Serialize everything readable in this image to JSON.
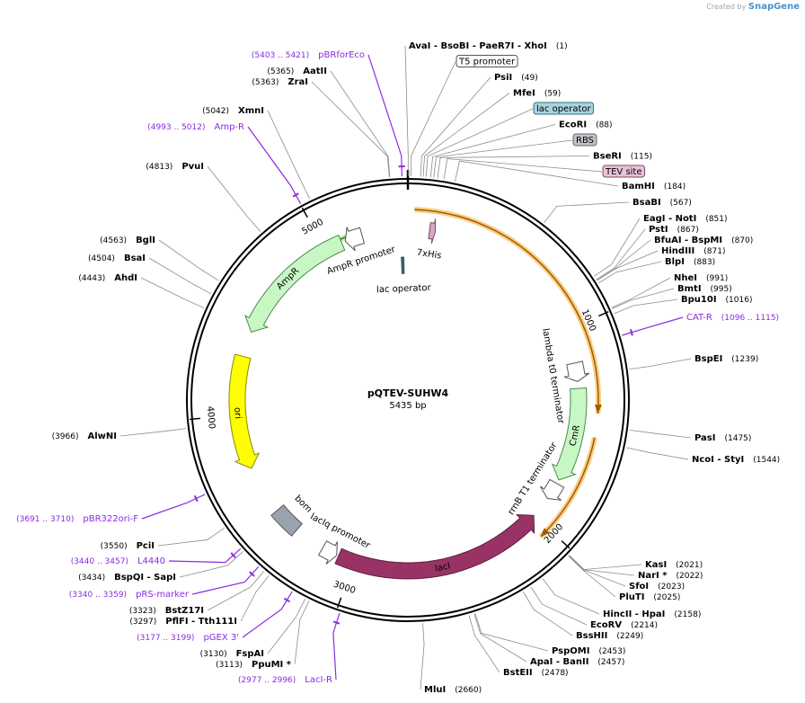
{
  "branding": {
    "created_by": "Created by",
    "product": "SnapGene"
  },
  "colors": {
    "primer": "#8a2be2",
    "site": "#000000"
  },
  "chart_data": {
    "type": "plasmid-map",
    "plasmid": {
      "name": "pQTEV-SUHW4",
      "size_label": "5435 bp",
      "length": 5435
    },
    "ticks": [
      {
        "pos": 1000,
        "label": "1000"
      },
      {
        "pos": 2000,
        "label": "2000"
      },
      {
        "pos": 3000,
        "label": "3000"
      },
      {
        "pos": 4000,
        "label": "4000"
      },
      {
        "pos": 5000,
        "label": "5000"
      }
    ],
    "features": [
      {
        "name": "lambda t0 terminator",
        "start": 1170,
        "end": 1265,
        "color": "#ffffff",
        "stroke": "#555555",
        "type": "arrow",
        "dir": 1,
        "track": 0
      },
      {
        "name": "CmR",
        "start": 1300,
        "end": 1780,
        "color": "#c8f7c5",
        "stroke": "#4a8a4a",
        "type": "arrow",
        "dir": 1,
        "track": 0
      },
      {
        "name": "rrnB T1 terminator",
        "start": 1800,
        "end": 1890,
        "color": "#ffffff",
        "stroke": "#555555",
        "type": "arrow",
        "dir": 1,
        "track": 0
      },
      {
        "name": "lacI",
        "start": 2000,
        "end": 3080,
        "color": "#993366",
        "stroke": "#5a1f3d",
        "type": "arrow",
        "dir": -1,
        "track": 0,
        "textColor": "#ffffff"
      },
      {
        "name": "lacIq promoter",
        "start": 3090,
        "end": 3170,
        "color": "#ffffff",
        "stroke": "#555555",
        "type": "arrow",
        "dir": -1,
        "track": 0
      },
      {
        "name": "bom",
        "start": 3330,
        "end": 3470,
        "color": "#9aa3ad",
        "stroke": "#555555",
        "type": "box",
        "track": 0
      },
      {
        "name": "ori",
        "start": 3720,
        "end": 4300,
        "color": "#ffff00",
        "stroke": "#8a8a00",
        "type": "arrow",
        "dir": -1,
        "track": 0
      },
      {
        "name": "AmpR",
        "start": 4430,
        "end": 5090,
        "color": "#c8f7c5",
        "stroke": "#4a8a4a",
        "type": "arrow",
        "dir": -1,
        "track": 0
      },
      {
        "name": "AmpR promoter",
        "start": 5110,
        "end": 5200,
        "color": "#ffffff",
        "stroke": "#555555",
        "type": "arrow",
        "dir": -1,
        "track": 0
      },
      {
        "name": "lac operator",
        "start": 5395,
        "end": 5410,
        "color": "#3d6d7a",
        "stroke": "#2a4d56",
        "type": "box",
        "track": 1
      },
      {
        "name": "7xHis",
        "start": 110,
        "end": 140,
        "color": "#d9a6c3",
        "stroke": "#7a4a66",
        "type": "arrow",
        "dir": 1,
        "track": 0
      }
    ],
    "feature_labels": [
      {
        "name": "AmpR promoter"
      },
      {
        "name": "7xHis"
      }
    ],
    "orfs": [
      {
        "start": 30,
        "end": 1420,
        "dir": 1,
        "color": "#f5a623",
        "inner": "#a05a00",
        "track": 2
      },
      {
        "start": 1530,
        "end": 2050,
        "dir": 1,
        "color": "#f5a623",
        "inner": "#a05a00",
        "track": 2
      },
      {
        "start": 2070,
        "end": 2600,
        "dir": -1,
        "color": "#8ae26e",
        "inner": "#2e7d32",
        "track": 2
      },
      {
        "start": 4510,
        "end": 5200,
        "dir": -1,
        "color": "#8ae26e",
        "inner": "#2e7d32",
        "track": 2
      }
    ],
    "sites": [
      {
        "name": "AvaI  - BsoBI  - PaeR7I  - XhoI",
        "pos_label": "(1)",
        "pos": 1,
        "side": "top",
        "box": null
      },
      {
        "name": "T5 promoter",
        "pos_label": "",
        "pos": 12,
        "side": "top",
        "box": {
          "fill": "#ffffff",
          "stroke": "#555555"
        }
      },
      {
        "name": "PsiI",
        "pos_label": "(49)",
        "pos": 49,
        "side": "top",
        "box": null
      },
      {
        "name": "MfeI",
        "pos_label": "(59)",
        "pos": 59,
        "side": "top",
        "box": null
      },
      {
        "name": "lac operator",
        "pos_label": "",
        "pos": 70,
        "side": "top",
        "box": {
          "fill": "#a7d5e0",
          "stroke": "#3d6d7a"
        }
      },
      {
        "name": "EcoRI",
        "pos_label": "(88)",
        "pos": 88,
        "side": "top",
        "box": null
      },
      {
        "name": "RBS",
        "pos_label": "",
        "pos": 100,
        "side": "top",
        "box": {
          "fill": "#c0c4c8",
          "stroke": "#666666"
        }
      },
      {
        "name": "BseRI",
        "pos_label": "(115)",
        "pos": 115,
        "side": "top",
        "box": null
      },
      {
        "name": "TEV site",
        "pos_label": "",
        "pos": 140,
        "side": "top",
        "box": {
          "fill": "#e9c2d8",
          "stroke": "#7a4a66"
        }
      },
      {
        "name": "BamHI",
        "pos_label": "(184)",
        "pos": 184,
        "side": "right",
        "box": null
      },
      {
        "name": "BsaBI",
        "pos_label": "(567)",
        "pos": 567,
        "side": "right",
        "box": null
      },
      {
        "name": "EagI  - NotI",
        "pos_label": "(851)",
        "pos": 851,
        "side": "right",
        "box": null
      },
      {
        "name": "PstI",
        "pos_label": "(867)",
        "pos": 867,
        "side": "right",
        "box": null
      },
      {
        "name": "BfuAI  - BspMI",
        "pos_label": "(870)",
        "pos": 870,
        "side": "right",
        "box": null
      },
      {
        "name": "HindIII",
        "pos_label": "(871)",
        "pos": 871,
        "side": "right",
        "box": null
      },
      {
        "name": "BlpI",
        "pos_label": "(883)",
        "pos": 883,
        "side": "right",
        "box": null
      },
      {
        "name": "NheI",
        "pos_label": "(991)",
        "pos": 991,
        "side": "right",
        "box": null
      },
      {
        "name": "BmtI",
        "pos_label": "(995)",
        "pos": 995,
        "side": "right",
        "box": null
      },
      {
        "name": "Bpu10I",
        "pos_label": "(1016)",
        "pos": 1016,
        "side": "right",
        "box": null
      },
      {
        "name": "CAT-R",
        "pos_label": "(1096 .. 1115)",
        "pos": 1105,
        "side": "right",
        "box": null,
        "primer": true
      },
      {
        "name": "BspEI",
        "pos_label": "(1239)",
        "pos": 1239,
        "side": "right",
        "box": null
      },
      {
        "name": "PasI",
        "pos_label": "(1475)",
        "pos": 1475,
        "side": "right",
        "box": null
      },
      {
        "name": "NcoI  - StyI",
        "pos_label": "(1544)",
        "pos": 1544,
        "side": "right",
        "box": null
      },
      {
        "name": "KasI",
        "pos_label": "(2021)",
        "pos": 2021,
        "side": "right",
        "box": null
      },
      {
        "name": "NarI *",
        "pos_label": "(2022)",
        "pos": 2022,
        "side": "right",
        "box": null
      },
      {
        "name": "SfoI",
        "pos_label": "(2023)",
        "pos": 2023,
        "side": "right",
        "box": null
      },
      {
        "name": "PluTI",
        "pos_label": "(2025)",
        "pos": 2025,
        "side": "right",
        "box": null
      },
      {
        "name": "HincII  - HpaI",
        "pos_label": "(2158)",
        "pos": 2158,
        "side": "right",
        "box": null
      },
      {
        "name": "EcoRV",
        "pos_label": "(2214)",
        "pos": 2214,
        "side": "right",
        "box": null
      },
      {
        "name": "BssHII",
        "pos_label": "(2249)",
        "pos": 2249,
        "side": "right",
        "box": null
      },
      {
        "name": "PspOMI",
        "pos_label": "(2453)",
        "pos": 2453,
        "side": "right",
        "box": null
      },
      {
        "name": "ApaI  - BanII",
        "pos_label": "(2457)",
        "pos": 2457,
        "side": "right",
        "box": null
      },
      {
        "name": "BstEII",
        "pos_label": "(2478)",
        "pos": 2478,
        "side": "right",
        "box": null
      },
      {
        "name": "MluI",
        "pos_label": "(2660)",
        "pos": 2660,
        "side": "bottom",
        "box": null
      },
      {
        "name": "LacI-R",
        "pos_label": "(2977 .. 2996)",
        "pos": 2986,
        "side": "left",
        "box": null,
        "primer": true
      },
      {
        "name": "PpuMI *",
        "pos_label": "(3113)",
        "pos": 3113,
        "side": "left",
        "box": null
      },
      {
        "name": "FspAI",
        "pos_label": "(3130)",
        "pos": 3130,
        "side": "left",
        "box": null
      },
      {
        "name": "pGEX 3'",
        "pos_label": "(3177 .. 3199)",
        "pos": 3188,
        "side": "left",
        "box": null,
        "primer": true
      },
      {
        "name": "PflFI  - Tth111I",
        "pos_label": "(3297)",
        "pos": 3297,
        "side": "left",
        "box": null
      },
      {
        "name": "BstZ17I",
        "pos_label": "(3323)",
        "pos": 3323,
        "side": "left",
        "box": null
      },
      {
        "name": "pRS-marker",
        "pos_label": "(3340 .. 3359)",
        "pos": 3350,
        "side": "left",
        "box": null,
        "primer": true
      },
      {
        "name": "BspQI  - SapI",
        "pos_label": "(3434)",
        "pos": 3434,
        "side": "left",
        "box": null
      },
      {
        "name": "L4440",
        "pos_label": "(3440 .. 3457)",
        "pos": 3448,
        "side": "left",
        "box": null,
        "primer": true
      },
      {
        "name": "PciI",
        "pos_label": "(3550)",
        "pos": 3550,
        "side": "left",
        "box": null
      },
      {
        "name": "pBR322ori-F",
        "pos_label": "(3691 .. 3710)",
        "pos": 3700,
        "side": "left",
        "box": null,
        "primer": true
      },
      {
        "name": "AlwNI",
        "pos_label": "(3966)",
        "pos": 3966,
        "side": "left",
        "box": null
      },
      {
        "name": "AhdI",
        "pos_label": "(4443)",
        "pos": 4443,
        "side": "left",
        "box": null
      },
      {
        "name": "BsaI",
        "pos_label": "(4504)",
        "pos": 4504,
        "side": "left",
        "box": null
      },
      {
        "name": "BglI",
        "pos_label": "(4563)",
        "pos": 4563,
        "side": "left",
        "box": null
      },
      {
        "name": "PvuI",
        "pos_label": "(4813)",
        "pos": 4813,
        "side": "left",
        "box": null
      },
      {
        "name": "Amp-R",
        "pos_label": "(4993 .. 5012)",
        "pos": 5002,
        "side": "left",
        "box": null,
        "primer": true
      },
      {
        "name": "XmnI",
        "pos_label": "(5042)",
        "pos": 5042,
        "side": "left",
        "box": null
      },
      {
        "name": "ZraI",
        "pos_label": "(5363)",
        "pos": 5363,
        "side": "left",
        "box": null
      },
      {
        "name": "AatII",
        "pos_label": "(5365)",
        "pos": 5365,
        "side": "left",
        "box": null
      },
      {
        "name": "pBRforEco",
        "pos_label": "(5403 .. 5421)",
        "pos": 5412,
        "side": "left",
        "box": null,
        "primer": true
      }
    ]
  }
}
